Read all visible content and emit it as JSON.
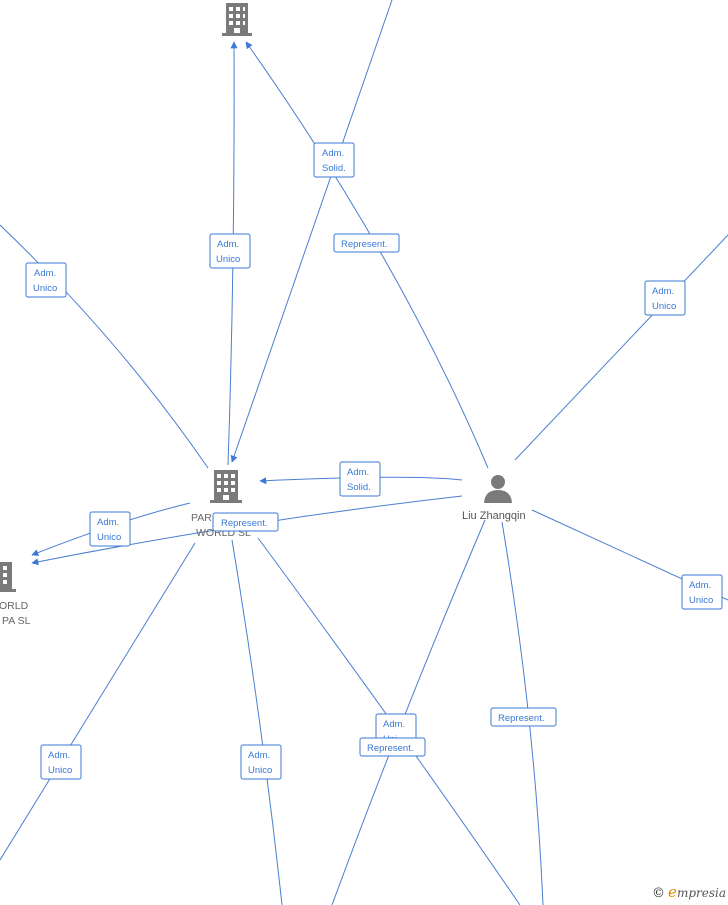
{
  "nodes": {
    "company_top": {
      "name": ""
    },
    "company_main": {
      "name_line1": "PAR",
      "name_line2": "WORLD  SL"
    },
    "company_left": {
      "name_line1": "ORLD",
      "name_line2": "PA  SL"
    },
    "person": {
      "name": "Liu Zhangqin"
    }
  },
  "edge_labels": {
    "top_left_unico": [
      "Adm.",
      "Unico"
    ],
    "solid_top": [
      "Adm.",
      "Solid."
    ],
    "center_unico": [
      "Adm.",
      "Unico"
    ],
    "represent_top": [
      "Represent."
    ],
    "right_unico": [
      "Adm.",
      "Unico"
    ],
    "solid_mid": [
      "Adm.",
      "Solid."
    ],
    "left_unico": [
      "Adm.",
      "Unico"
    ],
    "represent_mid": [
      "Represent."
    ],
    "far_right_unico": [
      "Adm.",
      "Unico"
    ],
    "bottom_left_unico": [
      "Adm.",
      "Unico"
    ],
    "bottom_mid_unico": [
      "Adm.",
      "Unico"
    ],
    "bottom_center_unico": [
      "Adm.",
      "Uni"
    ],
    "represent_bottom": [
      "Represent."
    ],
    "represent_right": [
      "Represent."
    ]
  },
  "brand": {
    "copyright": "©",
    "initial": "e",
    "rest": "mpresia"
  },
  "colors": {
    "edge": "#4a7fcf",
    "label": "#3a78d6",
    "icon": "#7a7a7a",
    "brand_accent": "#e08a00"
  }
}
